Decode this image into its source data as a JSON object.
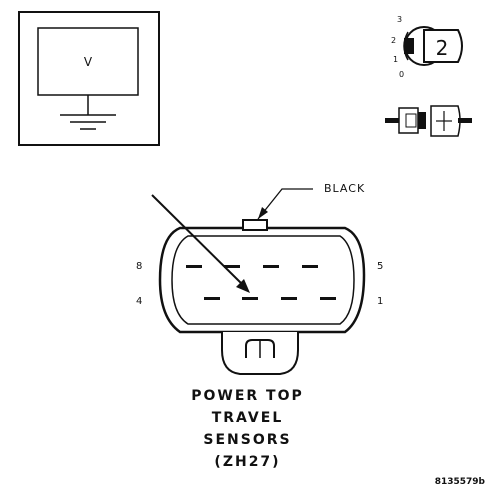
{
  "meter": {
    "reading_label": "V"
  },
  "ignition": {
    "positions": [
      "3",
      "2",
      "1",
      "0"
    ],
    "key_label": "2"
  },
  "connector": {
    "wire_color_label": "BLACK",
    "pin_labels": {
      "top_left": "8",
      "top_right": "5",
      "bottom_left": "4",
      "bottom_right": "1"
    }
  },
  "title": {
    "lines": [
      "POWER TOP",
      "TRAVEL",
      "SENSORS",
      "(ZH27)"
    ]
  },
  "figure_id": "8135579b"
}
